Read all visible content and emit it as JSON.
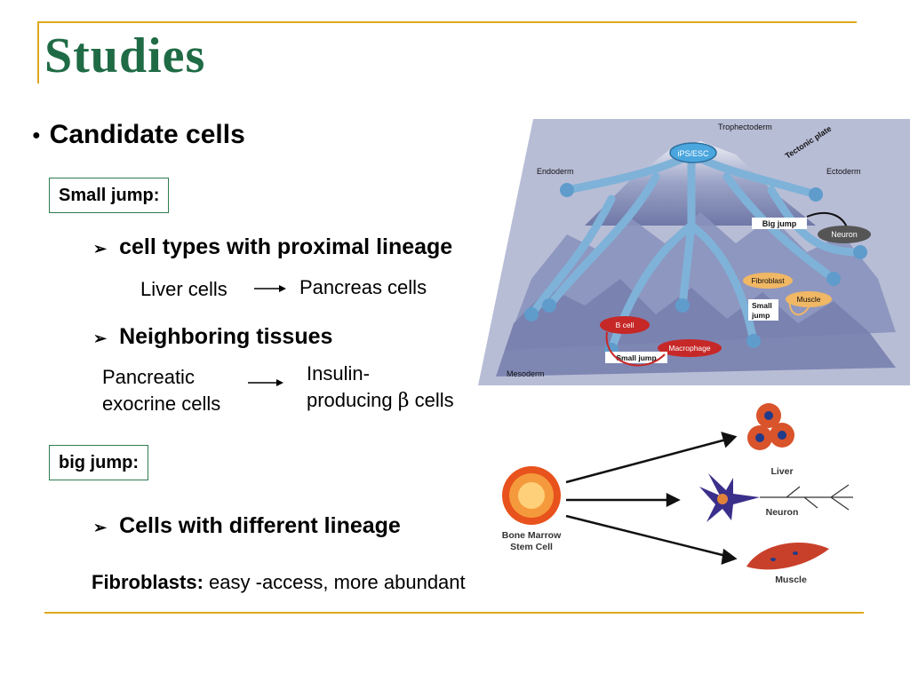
{
  "slide": {
    "title": "Studies",
    "main_bullet": "Candidate cells",
    "small_jump_label": "Small jump:",
    "sub_proximal": "cell types with proximal lineage",
    "liver_cells": "Liver cells",
    "pancreas_cells": "Pancreas cells",
    "sub_neighboring": "Neighboring tissues",
    "pancreatic_exocrine": "Pancreatic exocrine cells",
    "insulin_line1": "Insulin-",
    "insulin_line2": "producing",
    "beta_symbol": "β",
    "cells_word": "cells",
    "big_jump_label": "big jump:",
    "sub_different": "Cells with different lineage",
    "fibroblasts_label": "Fibroblasts:",
    "fibroblasts_text": "easy -access, more abundant"
  },
  "landscape": {
    "trophectoderm": "Trophectoderm",
    "tectonic_plate": "Tectonic plate",
    "ips_esc": "iPS/ESC",
    "endoderm": "Endoderm",
    "ectoderm": "Ectoderm",
    "big_jump": "Big jump",
    "neuron": "Neuron",
    "fibroblast": "Fibroblast",
    "muscle": "Muscle",
    "small_jump_1": "Small",
    "small_jump_2": "jump",
    "b_cell": "B cell",
    "macrophage": "Macrophage",
    "small_jump": "Small jump",
    "mesoderm": "Mesoderm"
  },
  "stem_diagram": {
    "source_1": "Bone Marrow",
    "source_2": "Stem Cell",
    "liver": "Liver",
    "neuron": "Neuron",
    "muscle": "Muscle"
  },
  "colors": {
    "title": "#1f6b45",
    "rule": "#e0a81c",
    "box_border": "#2e7d4f",
    "landscape_bg": "#b8bdd6",
    "vessel": "#7fb2d8",
    "red_label": "#c62828",
    "orange_label": "#f0b765"
  }
}
